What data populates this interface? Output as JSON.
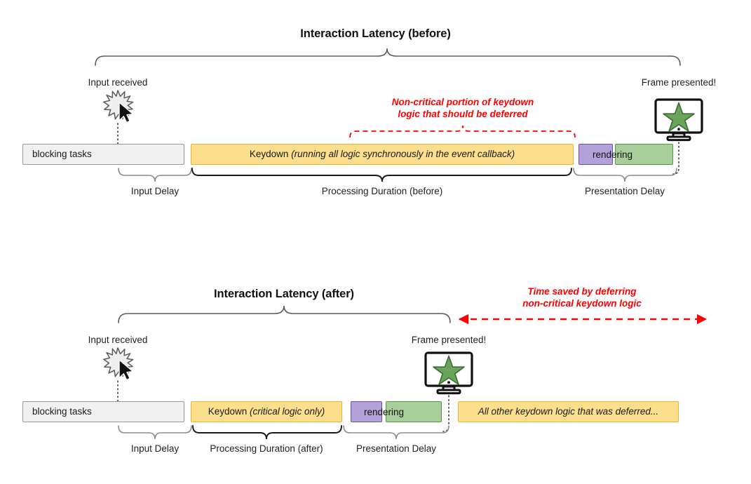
{
  "diagram": {
    "type": "timeline-comparison",
    "background": "#ffffff",
    "colors": {
      "blocking": "#f1f1f1",
      "blocking_border": "#9a9a9a",
      "keydown": "#fcdf8c",
      "keydown_border": "#e8b530",
      "rendering_purple": "#b3a2da",
      "rendering_purple_border": "#6b4fa8",
      "rendering_green": "#a7ce9b",
      "rendering_green_border": "#4f9a43",
      "annotation_red": "#fc0000",
      "brace_black": "#1a1a1a",
      "brace_gray": "#8c8c8c"
    }
  },
  "before": {
    "title": "Interaction Latency (before)",
    "input_label": "Input received",
    "frame_label": "Frame presented!",
    "annotation_line1": "Non-critical portion of keydown",
    "annotation_line2": "logic that should be deferred",
    "bars": {
      "blocking": "blocking tasks",
      "keydown_prefix": "Keydown ",
      "keydown_emphasis": "(running all logic synchronously in the event callback)",
      "rendering": "rendering"
    },
    "phases": [
      {
        "label": "Input Delay",
        "style": "gray"
      },
      {
        "label": "Processing Duration (before)",
        "style": "black"
      },
      {
        "label": "Presentation Delay",
        "style": "gray"
      }
    ]
  },
  "after": {
    "title": "Interaction Latency (after)",
    "input_label": "Input received",
    "frame_label": "Frame presented!",
    "annotation_line1": "Time saved by deferring",
    "annotation_line2": "non-critical keydown logic",
    "bars": {
      "blocking": "blocking tasks",
      "keydown_prefix": "Keydown ",
      "keydown_emphasis": "(critical logic only)",
      "rendering": "rendering",
      "deferred": "All other keydown logic that was deferred..."
    },
    "phases": [
      {
        "label": "Input Delay",
        "style": "gray"
      },
      {
        "label": "Processing Duration (after)",
        "style": "black"
      },
      {
        "label": "Presentation Delay",
        "style": "gray"
      }
    ]
  },
  "icons": {
    "burst": "input-burst-icon",
    "cursor": "mouse-cursor-icon",
    "monitor": "monitor-star-icon"
  }
}
